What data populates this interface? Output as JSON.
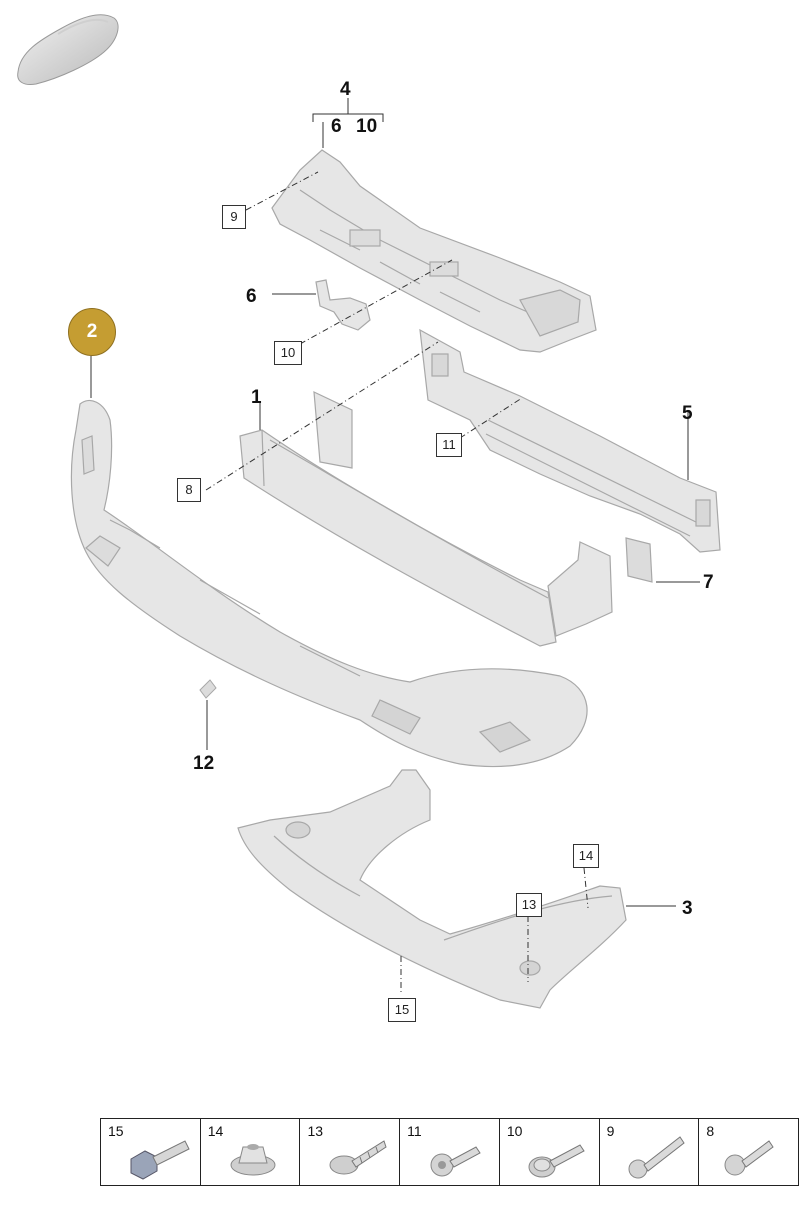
{
  "callouts": {
    "c1": "1",
    "c3": "3",
    "c4": "4",
    "c4a": "6",
    "c4b": "10",
    "c5": "5",
    "c6": "6",
    "c7": "7",
    "c12": "12"
  },
  "boxed": {
    "b8": "8",
    "b9": "9",
    "b10": "10",
    "b11": "11",
    "b13": "13",
    "b14": "14",
    "b15": "15"
  },
  "badge": "2",
  "fasteners": [
    {
      "num": "15",
      "icon": "flange-bolt-icon"
    },
    {
      "num": "14",
      "icon": "flange-nut-icon"
    },
    {
      "num": "13",
      "icon": "self-tapping-screw-icon"
    },
    {
      "num": "11",
      "icon": "torx-bolt-icon"
    },
    {
      "num": "10",
      "icon": "washer-bolt-icon"
    },
    {
      "num": "9",
      "icon": "long-torx-bolt-icon"
    },
    {
      "num": "8",
      "icon": "torx-screw-icon"
    }
  ],
  "colors": {
    "part_fill": "#e6e6e6",
    "part_stroke": "#a8a8a8",
    "badge": "#c59d32",
    "line": "#333333"
  }
}
